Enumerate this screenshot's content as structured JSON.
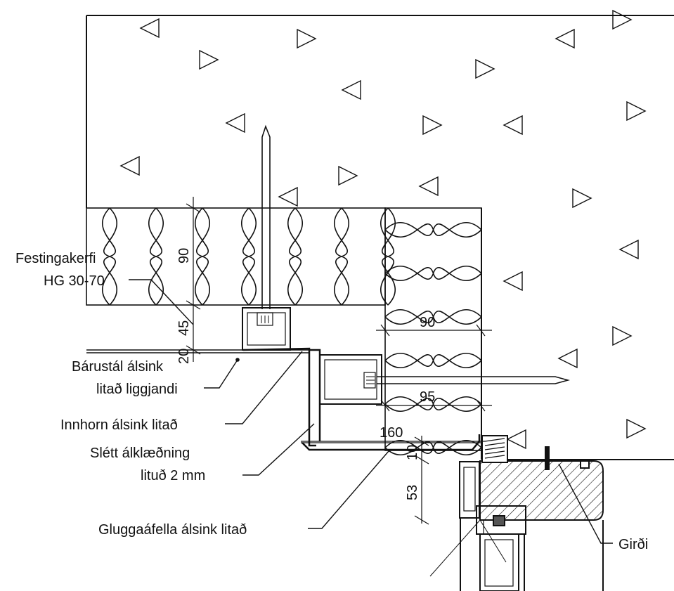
{
  "labels": {
    "festingakerfi_1": "Festingakerfi",
    "festingakerfi_2": "HG 30-70",
    "barustal_1": "Bárustál álsink",
    "barustal_2": "litað liggjandi",
    "innhorn": "Innhorn álsink litað",
    "slett_1": "Slétt álklæðning",
    "slett_2": "lituð 2 mm",
    "gluggaafella": "Gluggaáfella álsink litað",
    "girdi": "Girði"
  },
  "dimensions": {
    "d90_vertical": "90",
    "d45": "45",
    "d20": "20",
    "d90_horizontal": "90",
    "d95": "95",
    "d160": "160",
    "d10": "10",
    "d53": "53"
  },
  "colors": {
    "ink": "#111111",
    "paper": "#ffffff"
  }
}
